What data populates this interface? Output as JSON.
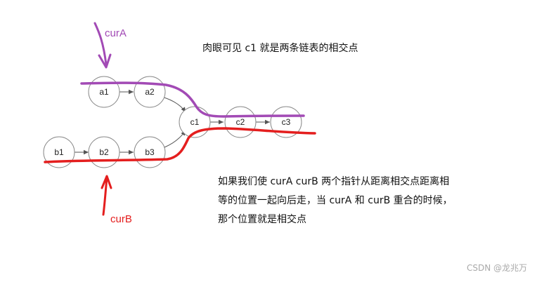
{
  "nodes": {
    "a1": "a1",
    "a2": "a2",
    "b1": "b1",
    "b2": "b2",
    "b3": "b3",
    "c1": "c1",
    "c2": "c2",
    "c3": "c3"
  },
  "pointers": {
    "curA": "curA",
    "curB": "curB"
  },
  "colors": {
    "curA": "#a24ab5",
    "curB": "#e41e1e",
    "node_border": "#8a8a8a",
    "arrow": "#555555"
  },
  "notes": {
    "title": "肉眼可见 c1 就是两条链表的相交点",
    "body": [
      "如果我们使 curA curB 两个指针从距离相交点距离相",
      "等的位置一起向后走，当 curA 和 curB 重合的时候，",
      "那个位置就是相交点"
    ]
  },
  "watermark": "CSDN @龙兆万"
}
